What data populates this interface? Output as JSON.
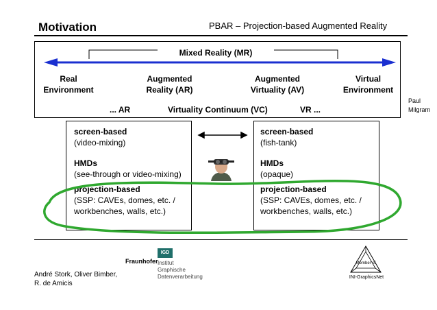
{
  "header": {
    "title": "Motivation",
    "subtitle": "PBAR – Projection-based Augmented Reality"
  },
  "continuum": {
    "mr_label": "Mixed Reality (MR)",
    "real_line1": "Real",
    "real_line2": "Environment",
    "ar_line1": "Augmented",
    "ar_line2": "Reality (AR)",
    "av_line1": "Augmented",
    "av_line2": "Virtuality (AV)",
    "virtual_line1": "Virtual",
    "virtual_line2": "Environment",
    "left_tag": "...  AR",
    "center_label": "Virtuality Continuum (VC)",
    "right_tag": "VR  ...",
    "accent_color": "#1a2fd0"
  },
  "side_credit": {
    "line1": "Paul",
    "line2": "Milgram"
  },
  "left_box": {
    "item1_title": "screen-based",
    "item1_desc": "(video-mixing)",
    "item2_title": "HMDs",
    "item2_desc": "(see-through or video-mixing)",
    "item3_title": "projection-based",
    "item3_desc1": "(SSP: CAVEs, domes, etc. /",
    "item3_desc2": "workbenches, walls, etc.)"
  },
  "right_box": {
    "item1_title": "screen-based",
    "item1_desc": "(fish-tank)",
    "item2_title": "HMDs",
    "item2_desc": "(opaque)",
    "item3_title": "projection-based",
    "item3_desc1": "(SSP: CAVEs, domes, etc. /",
    "item3_desc2": "workbenches, walls, etc.)"
  },
  "highlight_color": "#2fa82f",
  "footer": {
    "authors_line1": "André Stork, Oliver Bimber,",
    "authors_line2": "R. de Amicis",
    "logo_brand": "Fraunhofer",
    "logo_badge": "IGD",
    "logo_line1": "Institut",
    "logo_line2": "Graphische",
    "logo_line3": "Datenverarbeitung",
    "member_of": "Member of",
    "network": "INI-GraphicsNet"
  }
}
